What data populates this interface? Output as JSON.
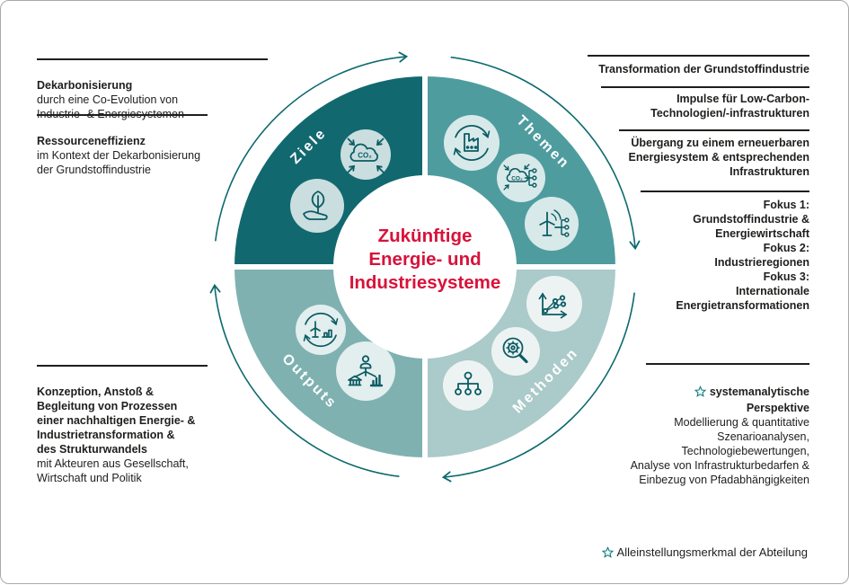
{
  "title": {
    "center": "Zukünftige\nEnergie- und\nIndustriesysteme",
    "color": "#d8123a"
  },
  "quadrants": {
    "ziele": {
      "label": "Ziele",
      "color": "#11696f"
    },
    "themen": {
      "label": "Themen",
      "color": "#4f9c9f"
    },
    "outputs": {
      "label": "Outputs",
      "color": "#7fb1b1"
    },
    "methoden": {
      "label": "Methoden",
      "color": "#abcaca"
    }
  },
  "icons": {
    "ziele": [
      "co2-reduction-icon",
      "leaf-hand-icon"
    ],
    "themen": [
      "factory-cycle-icon",
      "co2-network-icon",
      "wind-energy-network-icon"
    ],
    "outputs": [
      "energy-output-cycle-icon",
      "stakeholder-network-icon"
    ],
    "methoden": [
      "scenario-chart-icon",
      "gear-magnifier-icon",
      "hierarchy-icon"
    ],
    "star": "star-icon"
  },
  "left_column": {
    "items": [
      {
        "title": "Dekarbonisierung",
        "body": "durch eine Co-Evolution von\nIndustrie- & Energiesystemen"
      },
      {
        "title": "Ressourceneffizienz",
        "body": "im Kontext der Dekarbonisierung\nder Grundstoffindustrie"
      }
    ],
    "outputs_note": {
      "bold": "Konzeption, Anstoß &\nBegleitung von Prozessen\neiner nachhaltigen Energie- &\nIndustrietransformation &\ndes Strukturwandels",
      "regular": "\nmit Akteuren aus Gesellschaft,\nWirtschaft und Politik"
    }
  },
  "right_column": {
    "themes": [
      "Transformation der Grundstoffindustrie",
      "Impulse für Low-Carbon-\nTechnologien/-infrastrukturen",
      "Übergang zu einem erneuerbaren\nEnergiesystem & entsprechenden\nInfrastrukturen"
    ],
    "focus": "Fokus 1:\nGrundstoffindustrie &\nEnergiewirtschaft\nFokus 2:\nIndustrieregionen\nFokus 3:\nInternationale\nEnergietransformationen",
    "methods_note": {
      "bold": "systemanalytische\nPerspektive",
      "regular": "\nModellierung & quantitative\nSzenarioanalysen,\nTechnologiebewertungen,\nAnalyse von Infrastrukturbedarfen &\nEinbezug von Pfadabhängigkeiten"
    }
  },
  "footer": {
    "note": "Alleinstellungsmerkmal der Abteilung"
  },
  "colors": {
    "accent_red": "#d8123a",
    "teal_dark": "#0c6a6e",
    "icon_stroke": "#0b5c63",
    "text": "#1e1e1c"
  }
}
